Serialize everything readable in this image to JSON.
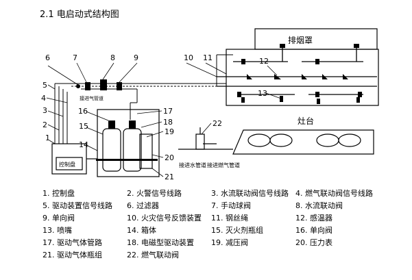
{
  "title": "2.1 电启动式结构图",
  "labels": {
    "hood": "排烟罩",
    "stove": "灶台",
    "water_pipe": "接进水管道",
    "gas_pipe_left": "接进气管道",
    "gas_pipe_right": "接进燃气管道",
    "cabinet_text": "控制盘"
  },
  "callouts": [
    "1",
    "2",
    "3",
    "4",
    "5",
    "6",
    "7",
    "8",
    "9",
    "10",
    "11",
    "12",
    "13",
    "14",
    "15",
    "16",
    "17",
    "18",
    "19",
    "20",
    "21",
    "22"
  ],
  "legend": [
    "1. 控制盘",
    "2. 火警信号线路",
    "3. 水流联动阀信号线路",
    "4. 燃气联动阀信号线路",
    "5. 驱动装置信号线路",
    "6. 过滤器",
    "7. 手动球阀",
    "8. 水流联动阀",
    "9. 单向阀",
    "10. 火灾信号反馈装置",
    "11. 钢丝绳",
    "12. 感温器",
    "13. 喷嘴",
    "14. 箱体",
    "15. 灭火剂瓶组",
    "16. 单向阀",
    "17. 驱动气体管路",
    "18. 电磁型驱动装置",
    "19. 减压阀",
    "20. 压力表",
    "21. 驱动气体瓶组",
    "22. 燃气联动阀"
  ]
}
